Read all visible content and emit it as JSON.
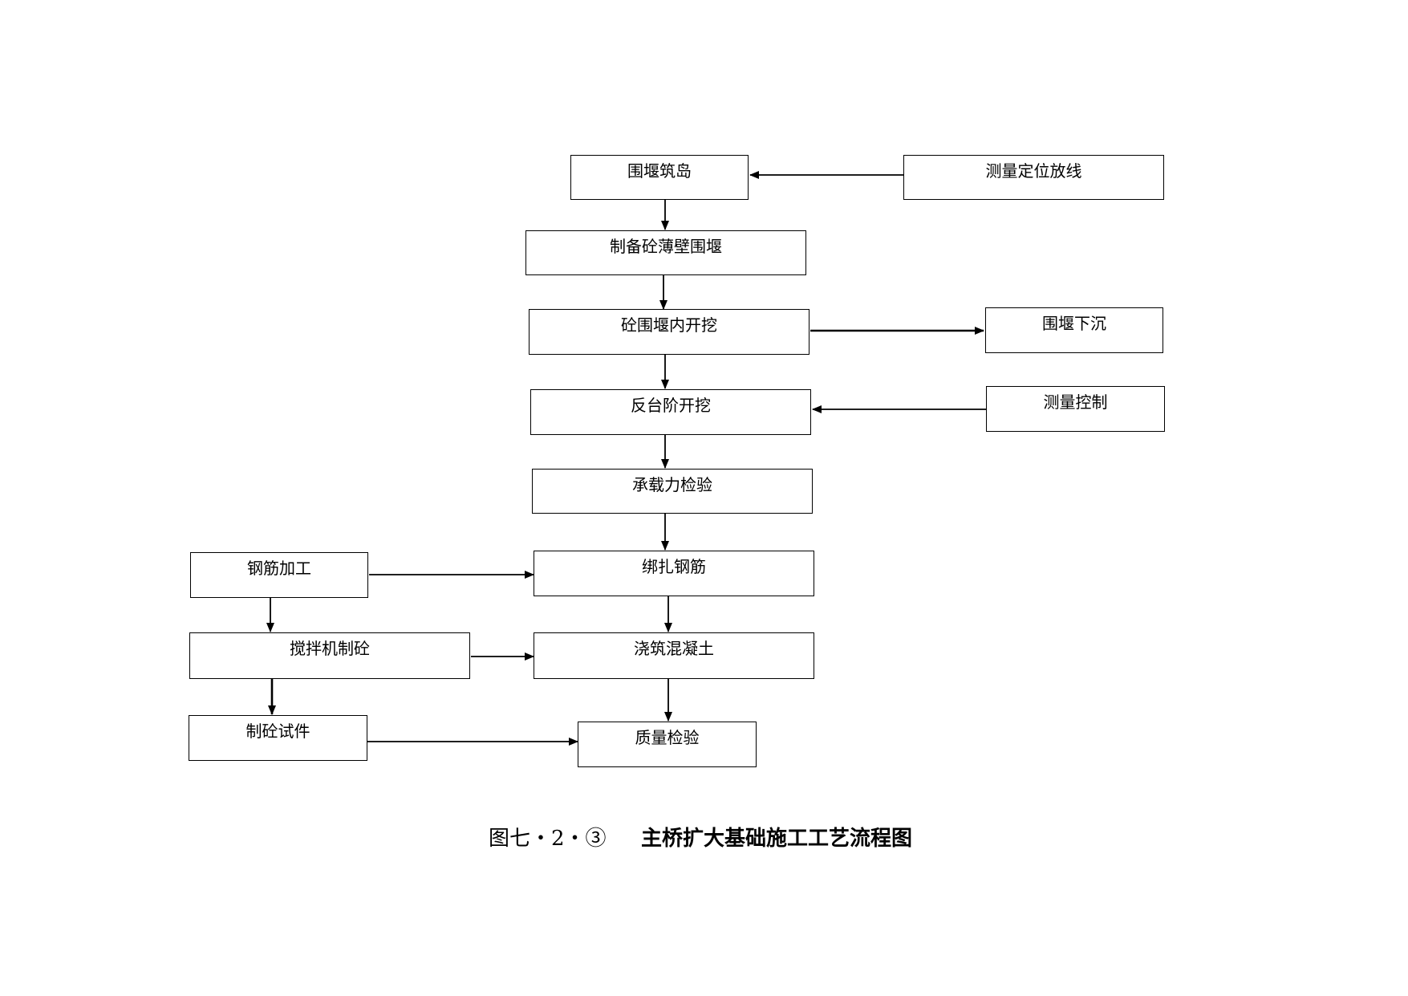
{
  "flowchart": {
    "nodes": {
      "weiyan_zhudao": "围堰筑岛",
      "celiang_dingwei": "测量定位放线",
      "zhibei_weiyan": "制备砼薄壁围堰",
      "weiyan_kaiwa": "砼围堰内开挖",
      "weiyan_xiachen": "围堰下沉",
      "fantaijie_kaiwa": "反台阶开挖",
      "celiang_kongzhi": "测量控制",
      "chengzaili_jianyan": "承载力检验",
      "gangjin_jiagong": "钢筋加工",
      "bangza_gangjin": "绑扎钢筋",
      "jiaobanji_zhitong": "搅拌机制砼",
      "jiaozhu_hunningtu": "浇筑混凝土",
      "zhitong_shijian": "制砼试件",
      "zhiliang_jianyan": "质量检验"
    },
    "edges": [
      {
        "from": "celiang_dingwei",
        "to": "weiyan_zhudao"
      },
      {
        "from": "weiyan_zhudao",
        "to": "zhibei_weiyan"
      },
      {
        "from": "zhibei_weiyan",
        "to": "weiyan_kaiwa"
      },
      {
        "from": "weiyan_kaiwa",
        "to": "weiyan_xiachen"
      },
      {
        "from": "weiyan_kaiwa",
        "to": "fantaijie_kaiwa"
      },
      {
        "from": "celiang_kongzhi",
        "to": "fantaijie_kaiwa"
      },
      {
        "from": "fantaijie_kaiwa",
        "to": "chengzaili_jianyan"
      },
      {
        "from": "chengzaili_jianyan",
        "to": "bangza_gangjin"
      },
      {
        "from": "gangjin_jiagong",
        "to": "bangza_gangjin"
      },
      {
        "from": "gangjin_jiagong",
        "to": "jiaobanji_zhitong"
      },
      {
        "from": "bangza_gangjin",
        "to": "jiaozhu_hunningtu"
      },
      {
        "from": "jiaobanji_zhitong",
        "to": "jiaozhu_hunningtu"
      },
      {
        "from": "jiaobanji_zhitong",
        "to": "zhitong_shijian"
      },
      {
        "from": "jiaozhu_hunningtu",
        "to": "zhiliang_jianyan"
      },
      {
        "from": "zhitong_shijian",
        "to": "zhiliang_jianyan"
      }
    ]
  },
  "caption": {
    "figure_number": "图七・2・③",
    "title": "主桥扩大基础施工工艺流程图"
  },
  "colors": {
    "line": "#000000",
    "box_fill": "#ffffff",
    "background": "#ffffff"
  }
}
